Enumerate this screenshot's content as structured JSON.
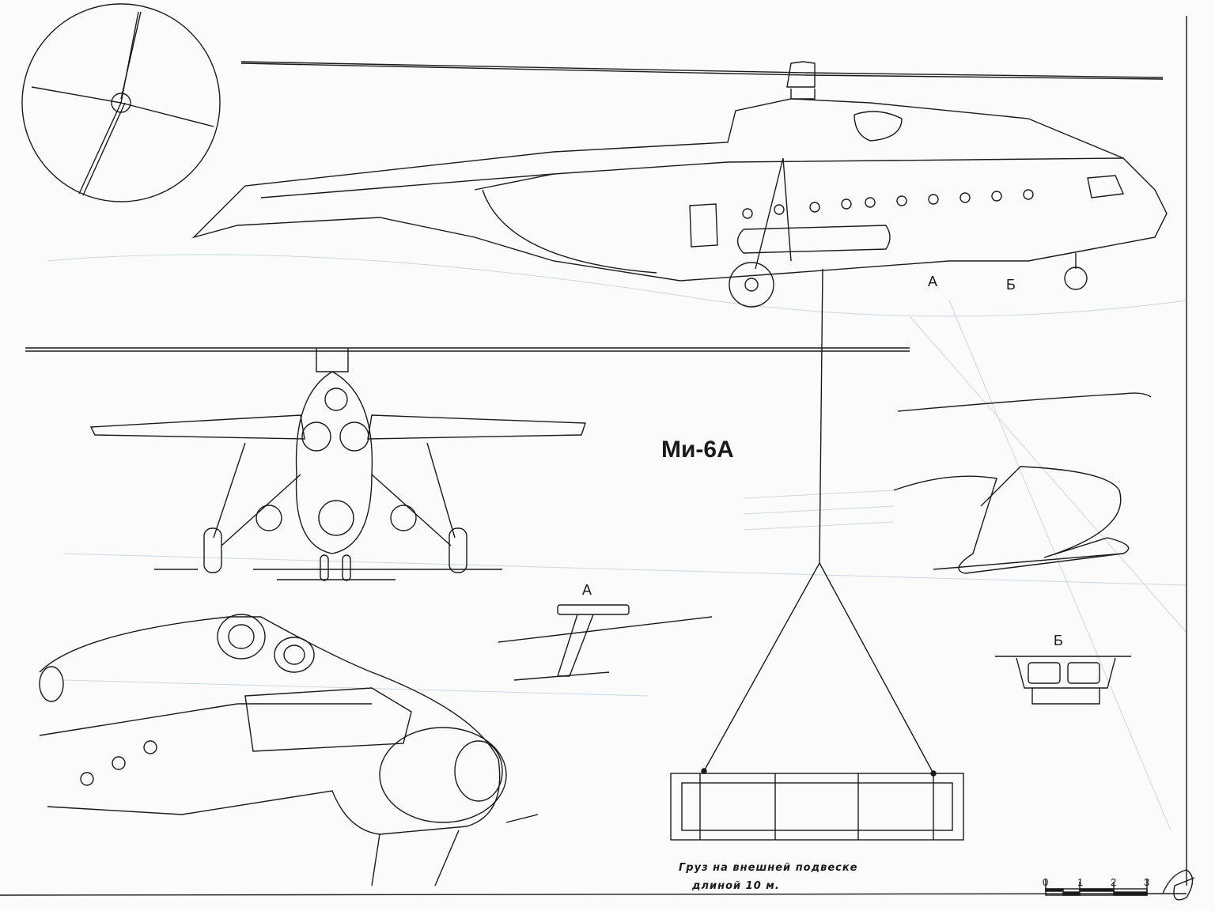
{
  "drawing": {
    "title": "Ми-6А",
    "callouts": {
      "a_side": "А",
      "b_side": "Б",
      "a_detail": "А",
      "b_detail": "Б"
    },
    "caption": {
      "line1": "Груз на внешней подвеске",
      "line2": "длиной 10 м."
    },
    "scale": {
      "ticks": [
        "0",
        "1",
        "2",
        "3"
      ]
    },
    "colors": {
      "ink": "#1a1a1a",
      "paper": "#fbfbfb",
      "bleed": "#9fb4c8"
    }
  }
}
